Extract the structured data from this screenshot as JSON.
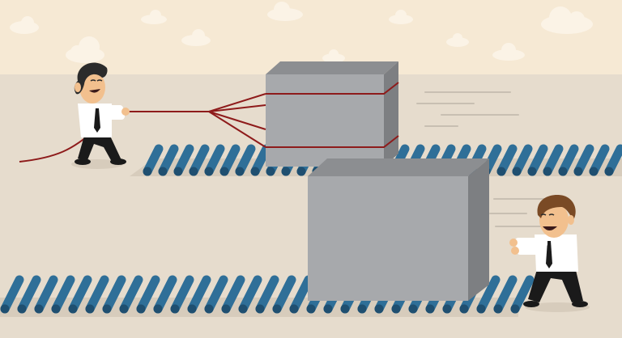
{
  "scene": {
    "description_free": true,
    "colors": {
      "sky": "#f6e9d4",
      "ground": "#e6dccd",
      "cloud": "#fbf3e6",
      "box_front": "#a7a9ac",
      "box_top": "#8c8e91",
      "box_side": "#7d7f82",
      "roller_dark": "#1f4f70",
      "roller_light": "#2f6f98",
      "roller_shadow": "#cfc3b2",
      "rope": "#8e1b1b",
      "hair": "#2b2b2b",
      "hair_brown": "#7a4a25",
      "skin": "#f2c08e",
      "shirt": "#ffffff",
      "tie": "#1a1a1a",
      "pants": "#1a1a1a",
      "speed_lines": "#c8bfb2"
    },
    "icons": [
      "businessman-pulling-figure",
      "businessman-pushing-figure",
      "stone-block",
      "roller-track"
    ]
  }
}
